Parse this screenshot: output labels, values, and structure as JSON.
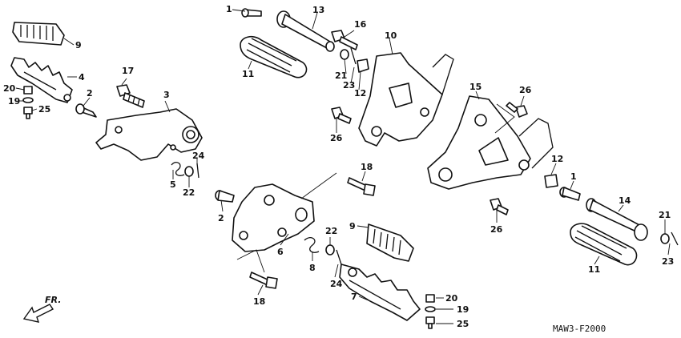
{
  "diagram": {
    "code": "MAW3-F2000",
    "direction": "FR.",
    "labels": [
      {
        "id": "l1a",
        "text": "1"
      },
      {
        "id": "l13",
        "text": "13"
      },
      {
        "id": "l16",
        "text": "16"
      },
      {
        "id": "l10",
        "text": "10"
      },
      {
        "id": "l11a",
        "text": "11"
      },
      {
        "id": "l21a",
        "text": "21"
      },
      {
        "id": "l23a",
        "text": "23"
      },
      {
        "id": "l12a",
        "text": "12"
      },
      {
        "id": "l26a",
        "text": "26"
      },
      {
        "id": "l9a",
        "text": "9"
      },
      {
        "id": "l4",
        "text": "4"
      },
      {
        "id": "l20a",
        "text": "20"
      },
      {
        "id": "l19a",
        "text": "19"
      },
      {
        "id": "l25a",
        "text": "25"
      },
      {
        "id": "l17",
        "text": "17"
      },
      {
        "id": "l2a",
        "text": "2"
      },
      {
        "id": "l3",
        "text": "3"
      },
      {
        "id": "l24a",
        "text": "24"
      },
      {
        "id": "l5",
        "text": "5"
      },
      {
        "id": "l22a",
        "text": "22"
      },
      {
        "id": "l15",
        "text": "15"
      },
      {
        "id": "l26b",
        "text": "26"
      },
      {
        "id": "l26c",
        "text": "26"
      },
      {
        "id": "l12b",
        "text": "12"
      },
      {
        "id": "l1b",
        "text": "1"
      },
      {
        "id": "l14",
        "text": "14"
      },
      {
        "id": "l21b",
        "text": "21"
      },
      {
        "id": "l23b",
        "text": "23"
      },
      {
        "id": "l11b",
        "text": "11"
      },
      {
        "id": "l18a",
        "text": "18"
      },
      {
        "id": "l2b",
        "text": "2"
      },
      {
        "id": "l6",
        "text": "6"
      },
      {
        "id": "l9b",
        "text": "9"
      },
      {
        "id": "l22b",
        "text": "22"
      },
      {
        "id": "l8",
        "text": "8"
      },
      {
        "id": "l24b",
        "text": "24"
      },
      {
        "id": "l18b",
        "text": "18"
      },
      {
        "id": "l7",
        "text": "7"
      },
      {
        "id": "l20b",
        "text": "20"
      },
      {
        "id": "l19b",
        "text": "19"
      },
      {
        "id": "l25b",
        "text": "25"
      }
    ]
  }
}
